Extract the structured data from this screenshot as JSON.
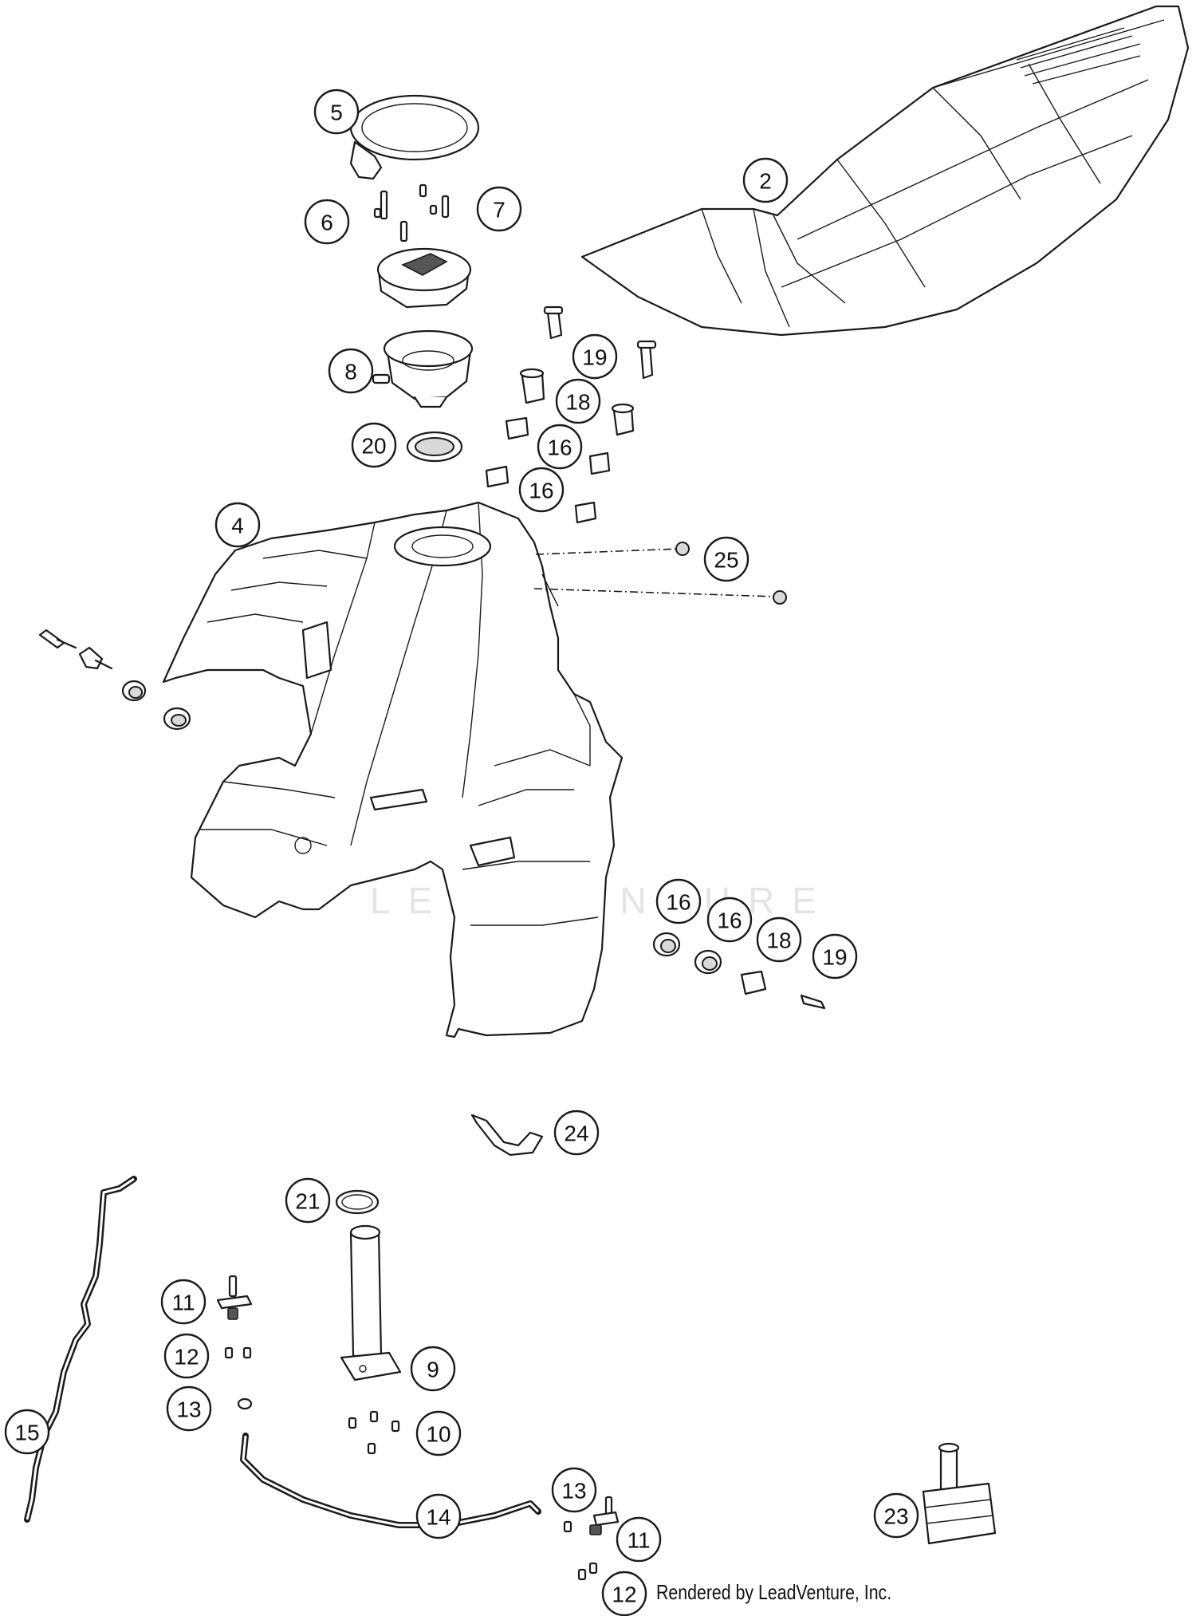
{
  "callouts": [
    "2",
    "4",
    "5",
    "6",
    "7",
    "8",
    "19",
    "18",
    "16",
    "16",
    "20",
    "25",
    "16",
    "16",
    "18",
    "19",
    "24",
    "21",
    "11",
    "12",
    "13",
    "9",
    "10",
    "15",
    "14",
    "13",
    "11",
    "12",
    "23"
  ],
  "watermark": "LEADVENTURE",
  "credit": "Rendered by LeadVenture, Inc."
}
